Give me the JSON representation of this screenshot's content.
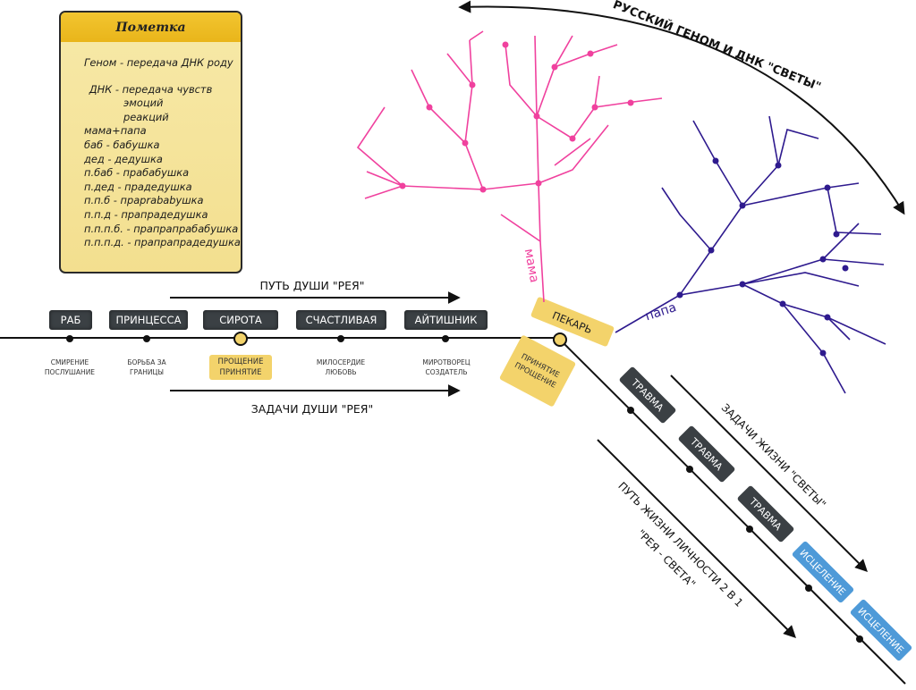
{
  "note": {
    "title": "Пометка",
    "lines": [
      "Геном - передача ДНК роду",
      "ДНК - передача чувств",
      "эмоций",
      "реакций",
      "мама+папа",
      "баб - бабушка",
      "дед - дедушка",
      "п.баб - прабабушка",
      "п.дед - прадедушка",
      "п.п.б - праprababушка",
      "п.п.д - прапрадедушка",
      "п.п.п.б. - прапрапрабабушка",
      "п.п.п.д. - прапрапрадедушка"
    ]
  },
  "timeline": {
    "stages": [
      "РАБ",
      "ПРИНЦЕССА",
      "СИРОТА",
      "СЧАСТЛИВАЯ",
      "АЙТИШНИК",
      "ПЕКАРЬ"
    ],
    "subs": {
      "rab": [
        "СМИРЕНИЕ",
        "ПОСЛУШАНИЕ"
      ],
      "princess": [
        "БОРЬБА ЗА",
        "ГРАНИЦЫ"
      ],
      "sirota": [
        "ПРОЩЕНИЕ",
        "ПРИНЯТИЕ"
      ],
      "happy": [
        "МИЛОСЕРДИЕ",
        "ЛЮБОВЬ"
      ],
      "it": [
        "МИРОТВОРЕЦ",
        "СОЗДАТЕЛЬ"
      ],
      "baker": [
        "ПРИНЯТИЕ",
        "ПРОЩЕНИЕ"
      ]
    },
    "soul_path": "ПУТЬ ДУШИ \"РЕЯ\"",
    "soul_tasks": "ЗАДАЧИ ДУШИ \"РЕЯ\""
  },
  "trees": {
    "genome_title": "РУССКИЙ ГЕНОМ И ДНК \"СВЕТЫ\"",
    "mama": "мама",
    "papa": "папа",
    "mama_color": "#f0419e",
    "papa_color": "#2e1a8e"
  },
  "diagonal": {
    "trauma": [
      "ТРАВМА",
      "ТРАВМА",
      "ТРАВМА"
    ],
    "healing": [
      "ИСЦЕЛЕНИЕ",
      "ИСЦЕЛЕНИЕ"
    ],
    "life_tasks": "ЗАДАЧИ ЖИЗНИ \"СВЕТЫ\"",
    "life_path": [
      "ПУТЬ ЖИЗНИ ЛИЧНОСТИ 2 В 1",
      "\"РЕЯ - СВЕТА\""
    ]
  },
  "colors": {
    "trauma_tag": "#3b4044",
    "healing_tag": "#4e9ad8",
    "highlight": "#f3d36b",
    "note_header": "#f0c02a"
  }
}
